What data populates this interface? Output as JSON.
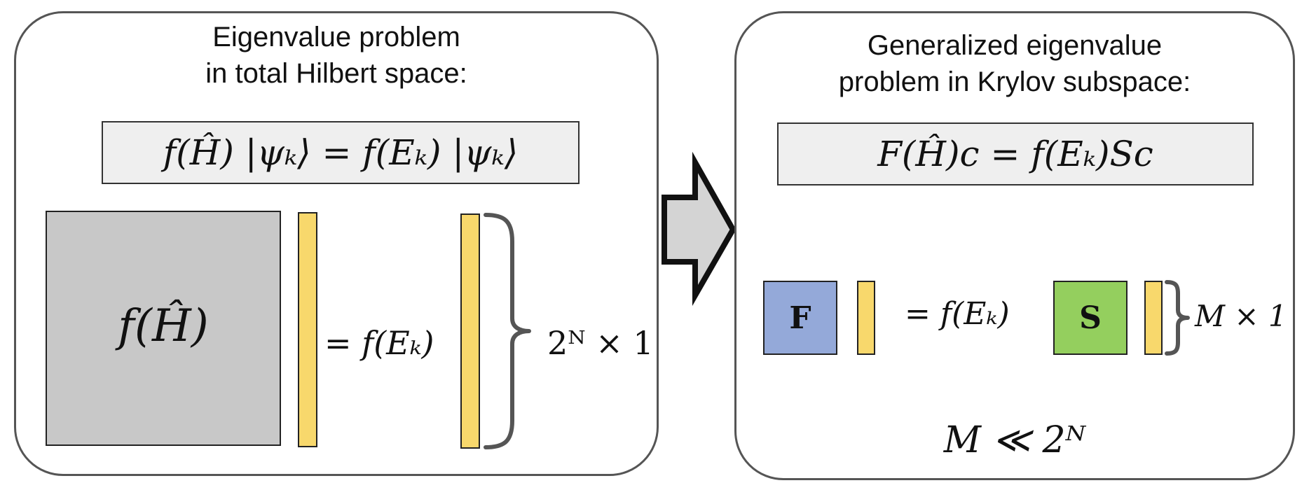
{
  "left_panel": {
    "title_line1": "Eigenvalue problem",
    "title_line2": "in total Hilbert space:",
    "equation": "f(Ĥ) |ψₖ⟩ = f(Eₖ) |ψₖ⟩",
    "matrix_label": "f(Ĥ)",
    "eq_mid": "= f(Eₖ)",
    "dimension": "2ᴺ × 1"
  },
  "right_panel": {
    "title_line1": "Generalized eigenvalue",
    "title_line2": "problem in Krylov subspace:",
    "equation": "F(Ĥ)c = f(Eₖ)Sc",
    "F_label": "F",
    "S_label": "S",
    "eq_mid": "= f(Eₖ)",
    "dimension": "M × 1",
    "condition": "M ≪ 2ᴺ"
  },
  "colors": {
    "matrix_gray": "#c8c8c8",
    "vector_yellow": "#f8d86c",
    "F_blue": "#94a9d9",
    "S_green": "#94cf5e",
    "arrow_fill": "#d4d4d4"
  }
}
